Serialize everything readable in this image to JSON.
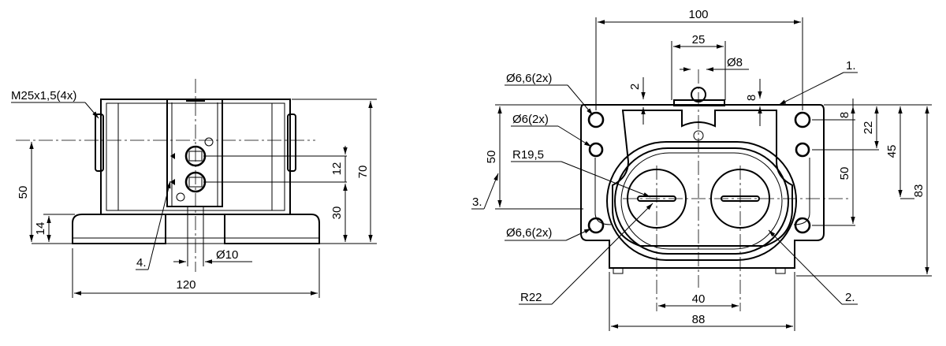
{
  "drawing": {
    "left_view": {
      "labels": {
        "thread": "M25x1,5(4x)",
        "dim_width": "120",
        "dim_height_total": "70",
        "dim_axis_height": "50",
        "dim_base": "14",
        "dim_lower": "30",
        "dim_spacing": "12",
        "dim_diameter": "Ø10",
        "callout_4": "4."
      }
    },
    "right_view": {
      "labels": {
        "dim_top_width": "100",
        "dim_inner_width": "25",
        "dim_pin_diameter": "Ø8",
        "dim_top_offset": "2",
        "dim_pin_height": "8",
        "hole_top": "Ø6,6(2x)",
        "hole_mid": "Ø6(2x)",
        "hole_bottom": "Ø6,6(2x)",
        "radius_small": "R19,5",
        "radius_large": "R22",
        "dim_left_50": "50",
        "dim_right_8": "8",
        "dim_right_22": "22",
        "dim_right_45": "45",
        "dim_right_50": "50",
        "dim_right_83": "83",
        "dim_bottom_40": "40",
        "dim_bottom_88": "88",
        "callout_1": "1.",
        "callout_2": "2.",
        "callout_3": "3."
      }
    }
  }
}
